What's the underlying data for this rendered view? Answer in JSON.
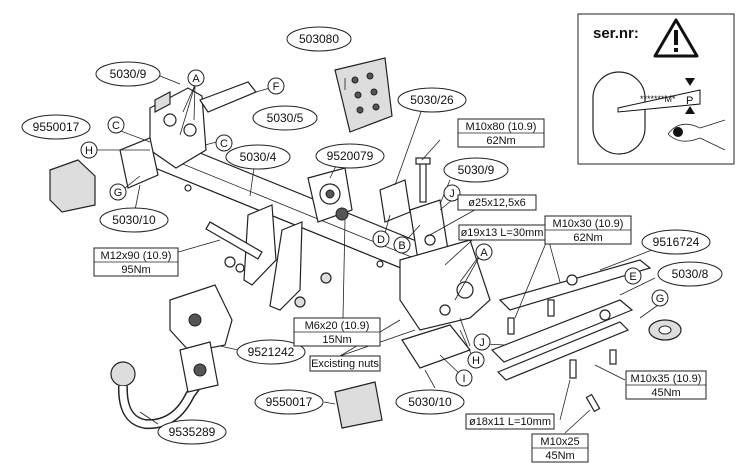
{
  "warning_box": {
    "title": "ser.nr:",
    "plate_text": "*******M*",
    "plate_p": "P",
    "icon": "warning-triangle-icon"
  },
  "parts": {
    "p503080": "503080",
    "p5030_9_top": "5030/9",
    "p9550017_left": "9550017",
    "p5030_5": "5030/5",
    "p5030_26": "5030/26",
    "p5030_4": "5030/4",
    "p9520079": "9520079",
    "p5030_9_mid": "5030/9",
    "p5030_10_left": "5030/10",
    "p9516724": "9516724",
    "p5030_8": "5030/8",
    "p9521242": "9521242",
    "p9550017_bottom": "9550017",
    "p5030_10_bottom": "5030/10",
    "p9535289": "9535289"
  },
  "letters": {
    "A1": "A",
    "F": "F",
    "C1": "C",
    "C2": "C",
    "H1": "H",
    "G1": "G",
    "J1": "J",
    "D": "D",
    "B": "B",
    "A2": "A",
    "E": "E",
    "G2": "G",
    "J2": "J",
    "H2": "H",
    "I": "I"
  },
  "specs": {
    "m10x80": "M10x80 (10.9)",
    "m10x80_torque": "62Nm",
    "washer_25": "ø25x12,5x6",
    "m10x30": "M10x30 (10.9)",
    "m10x30_torque": "62Nm",
    "spacer_19": "ø19x13 L=30mm",
    "m12x90": "M12x90 (10.9)",
    "m12x90_torque": "95Nm",
    "m6x20": "M6x20 (10.9)",
    "m6x20_torque": "15Nm",
    "existing_nuts": "Excisting nuts",
    "m10x35": "M10x35 (10.9)",
    "m10x35_torque": "45Nm",
    "spacer_18": "ø18x11 L=10mm",
    "m10x25": "M10x25",
    "m10x25_torque": "45Nm"
  }
}
